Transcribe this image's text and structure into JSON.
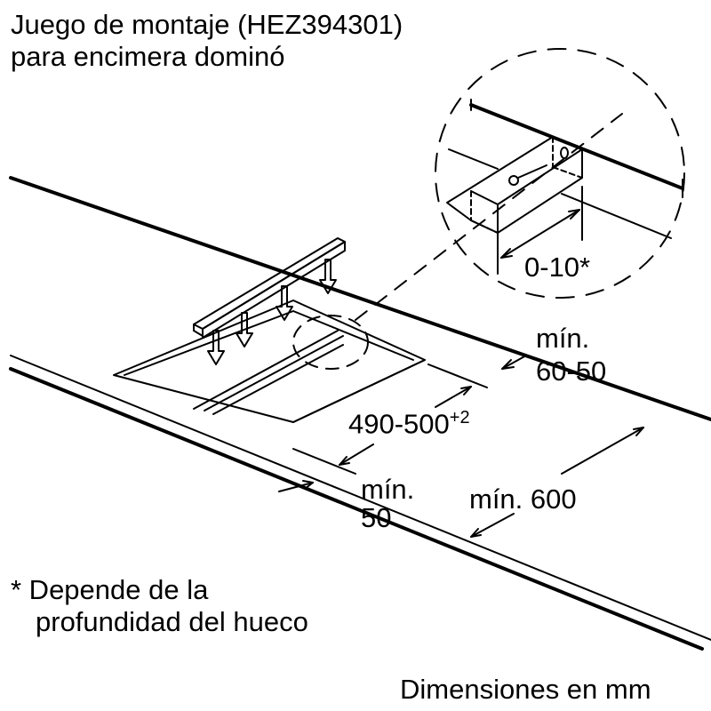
{
  "title": {
    "line1": "Juego de montaje (HEZ394301)",
    "line2": "para encimera dominó"
  },
  "dimensions": {
    "detail_gap": "0-10*",
    "rear_min_label": "mín.",
    "rear_min_value": "60-50",
    "cutout_depth": "490-500",
    "cutout_depth_tolerance": "+2",
    "front_min_label": "mín.",
    "front_min_value": "50",
    "worktop_depth": "mín. 600"
  },
  "footnote": {
    "line1": "* Depende de la",
    "line2": "profundidad del hueco"
  },
  "units_note": "Dimensiones en mm",
  "colors": {
    "line": "#000000",
    "background": "#ffffff"
  }
}
